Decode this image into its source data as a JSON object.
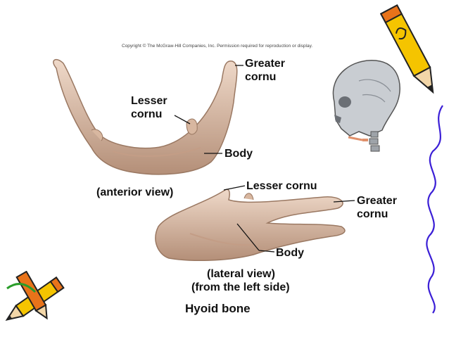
{
  "copyright": "Copyright © The McGraw-Hill Companies, Inc. Permission required for reproduction or display.",
  "labels": {
    "greater_cornu_top_1": "Greater",
    "greater_cornu_top_2": "cornu",
    "lesser_cornu_top_1": "Lesser",
    "lesser_cornu_top_2": "cornu",
    "body_top": "Body",
    "anterior_view": "(anterior view)",
    "lesser_cornu_lateral": "Lesser cornu",
    "greater_cornu_lateral_1": "Greater",
    "greater_cornu_lateral_2": "cornu",
    "body_lateral": "Body",
    "lateral_view_1": "(lateral view)",
    "lateral_view_2": "(from the left side)",
    "title": "Hyoid bone"
  },
  "colors": {
    "bone": "#d8b7a0",
    "bone_shadow": "#b48f78",
    "bone_highlight": "#efd9c9",
    "pencil_yellow": "#f5c400",
    "pencil_orange": "#e8731a",
    "squiggle": "#3b1fd6"
  }
}
